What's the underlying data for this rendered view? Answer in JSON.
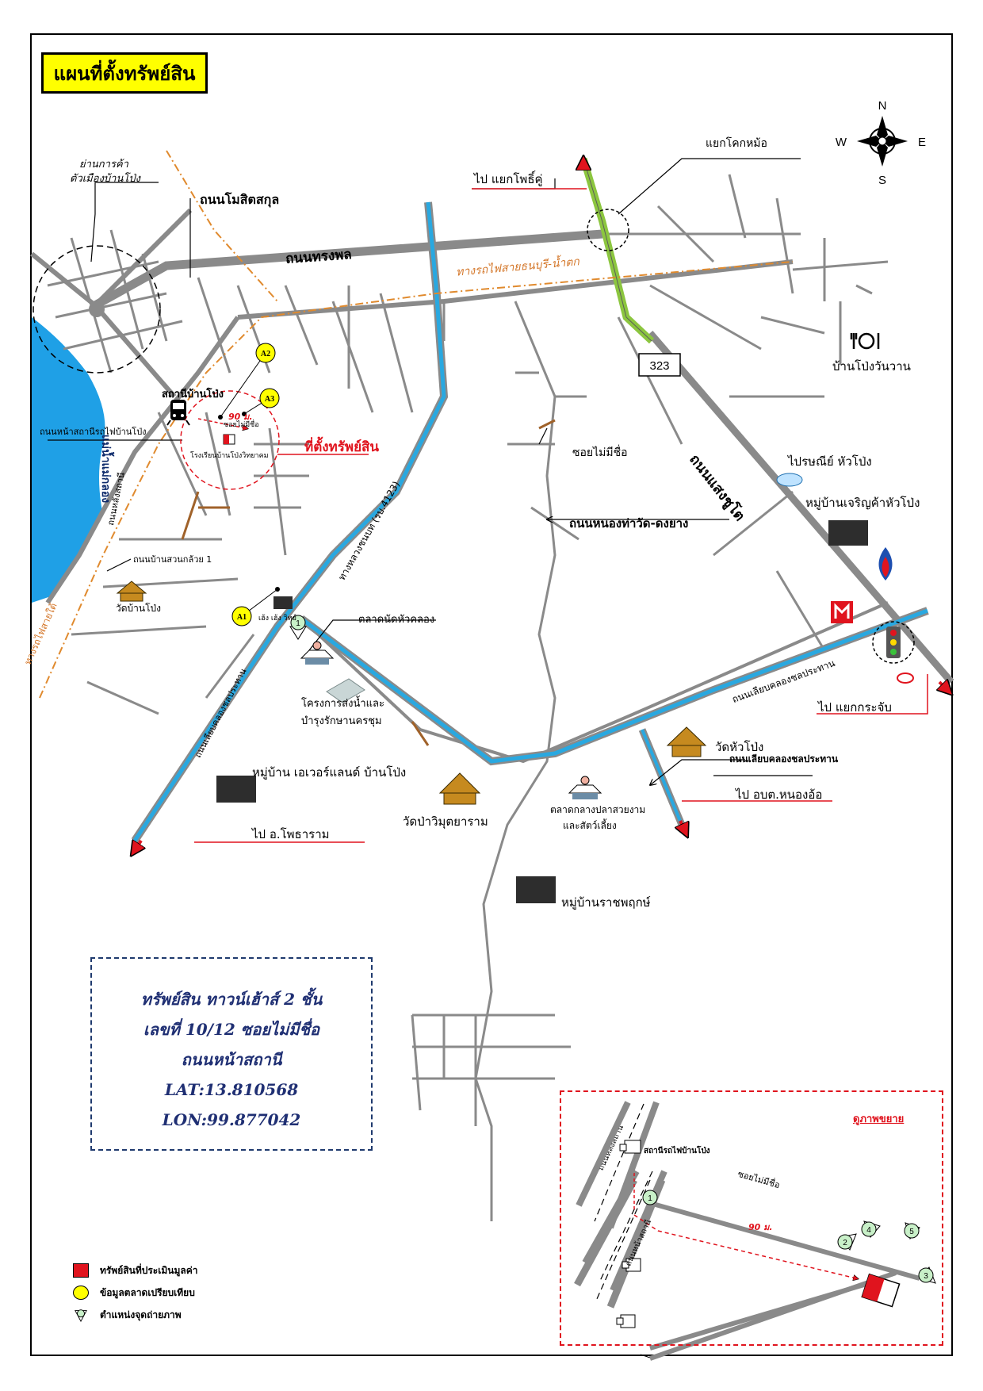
{
  "title": "แผนที่ตั้งทรัพย์สิน",
  "compass": {
    "n": "N",
    "s": "S",
    "e": "E",
    "w": "W"
  },
  "roads": {
    "songphon": "ถนนทรงพล",
    "mosit": "ถนนโมสิตสกุล",
    "railway": "ทางรถไฟสายธนบุรี-น้ำตก",
    "south_rail": "ทางรถไฟสายใต้",
    "highway_323": "323",
    "saengchuto": "ถนนแสงชูโต",
    "nongtha": "ถนนหนองท่าวัด-ดงยาง",
    "rural_4123": "ทางหลวงชนบท (รบ.4123)",
    "canal_road_w": "ถนนเลียบคลองชลประทาน",
    "canal_road_e": "ถนนเลียบคลองชลประทาน",
    "canal_road_se": "ถนนเลียบคลองชลประทาน",
    "station_front": "ถนนหน้าสถานีรถไฟบ้านโป่ง",
    "behind_station": "ถนนหลังสถานี",
    "suan_kluai": "ถนนบ้านสวนกล้วย 1",
    "river": "แม่น้ำแม่กลอง",
    "unnamed_soi": "ซอยไม่มีชื่อ",
    "soi_small": "ซอยไม่มีชื่อ"
  },
  "places": {
    "market_town": "ย่านการค้า",
    "market_town2": "ตัวเมืองบ้านโป่ง",
    "kokmo": "แยกโคกหม้อ",
    "to_phothikhu": "ไป แยกโพธิ์คู่",
    "station": "สถานีบ้านโป่ง",
    "property": "ที่ตั้งทรัพย์สิน",
    "dist": "90 ม.",
    "school": "โรงเรียนบ้านโป่งวิทยาคม",
    "ban_pong_wanwan": "บ้านโป่งวันวาน",
    "post": "ไปรษณีย์ หัวโป่ง",
    "charoen": "หมู่บ้านเจริญค้าหัวโป่ง",
    "to_krachap": "ไป แยกกระจับ",
    "wat_ban_pong": "วัดบ้านโป่ง",
    "market_canal": "ตลาดนัดหัวคลอง",
    "irrigation1": "โครงการส่งน้ำและ",
    "irrigation2": "บำรุงรักษานครชุม",
    "everland": "หมู่บ้าน เอเวอร์แลนด์ บ้านโป่ง",
    "to_photharam": "ไป อ.โพธาราม",
    "wat_pa": "วัดป่าวิมุตยาราม",
    "fish_market1": "ตลาดกลางปลาสวยงาม",
    "fish_market2": "และสัตว์เลี้ยง",
    "wat_hua_pong": "วัดหัวโป่ง",
    "to_nong_o": "ไป อบต.หนองอ้อ",
    "ratchaphruek": "หมู่บ้านราชพฤกษ์",
    "shop_a1": "เฮ้ง เฮ้ง วิทย์"
  },
  "markers": {
    "a1": "A1",
    "a2": "A2",
    "a3": "A3",
    "p1": "1"
  },
  "info": {
    "line1": "ทรัพย์สิน ทาวน์เฮ้าส์ 2 ชั้น",
    "line2": "เลขที่ 10/12 ซอยไม่มีชื่อ",
    "line3": "ถนนหน้าสถานี",
    "lat": "LAT:13.810568",
    "lon": "LON:99.877042"
  },
  "legend": {
    "property": "ทรัพย์สินที่ประเมินมูลค่า",
    "comparable": "ข้อมูลตลาดเปรียบเทียบ",
    "photo": "ตำแหน่งจุดถ่ายภาพ"
  },
  "zoom": {
    "title": "ดูภาพขยาย",
    "station": "สถานีรถไฟบ้านโป่ง",
    "behind": "ถนนหลังสถานี",
    "front": "ถนนหน้าสถานี",
    "soi": "ซอยไม่มีชื่อ",
    "dist": "90 ม.",
    "pts": [
      "1",
      "2",
      "3",
      "4",
      "5"
    ]
  },
  "colors": {
    "road": "#8a8a8a",
    "canal": "#29a8e0",
    "river": "#1fa0e6",
    "rail": "#e08a2e",
    "red": "#e0141e",
    "yellow": "#ffff00",
    "green": "#8cc63f"
  }
}
